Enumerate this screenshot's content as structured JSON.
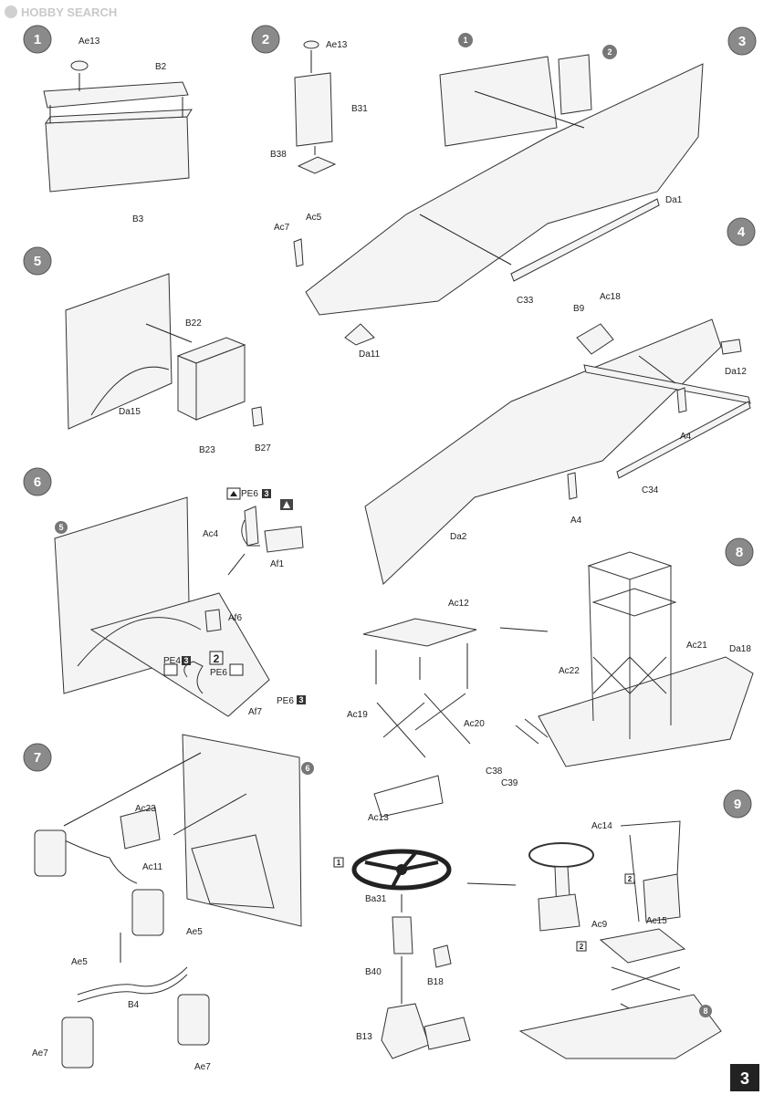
{
  "watermark": {
    "brand": "HOBBY SEARCH"
  },
  "page_number": "3",
  "steps": [
    {
      "number": "1",
      "labels": [
        "Ae13",
        "B2",
        "B3"
      ]
    },
    {
      "number": "2",
      "labels": [
        "Ae13",
        "B31",
        "B38"
      ]
    },
    {
      "number": "3",
      "labels": [
        "Ac7",
        "Ac5",
        "Da11",
        "C33",
        "Da1"
      ],
      "refs": [
        "1",
        "2"
      ]
    },
    {
      "number": "4",
      "labels": [
        "B9",
        "Ac18",
        "Da12",
        "A4",
        "C34",
        "A4",
        "Da2"
      ]
    },
    {
      "number": "5",
      "labels": [
        "B22",
        "Da15",
        "B23",
        "B27"
      ]
    },
    {
      "number": "6",
      "labels": [
        "PE6",
        "Ac4",
        "Af1",
        "Af6",
        "PE4",
        "PE6",
        "Af7",
        "PE6"
      ],
      "badges": [
        "3",
        "3",
        "2",
        "3"
      ],
      "refs": [
        "5"
      ]
    },
    {
      "number": "7",
      "labels": [
        "Ac23",
        "Ac11",
        "Ae5",
        "Ae5",
        "B4",
        "Ae7",
        "Ae7"
      ],
      "refs": [
        "6"
      ]
    },
    {
      "number": "8",
      "labels": [
        "Ac12",
        "Ac19",
        "Ac20",
        "Ac13",
        "Ac22",
        "Ac21",
        "Da18",
        "C38",
        "C39"
      ]
    },
    {
      "number": "9",
      "labels": [
        "Ba31",
        "B40",
        "B18",
        "B13",
        "Ac14",
        "Ac15",
        "Ac9"
      ],
      "badges": [
        "1",
        "2",
        "2"
      ],
      "refs": [
        "8"
      ]
    }
  ],
  "icons": [
    "paint-icon",
    "tool-x-icon",
    "x2-icon"
  ]
}
